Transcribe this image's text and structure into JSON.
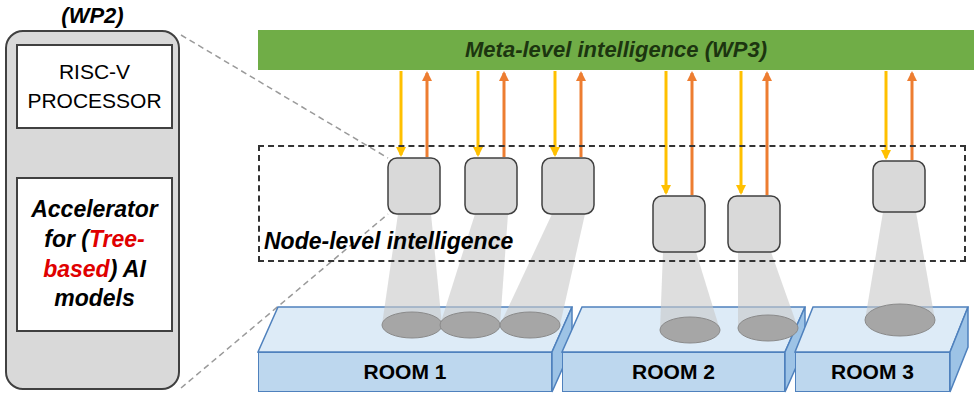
{
  "diagram": {
    "nodes": [
      {
        "text": [
          "(WP2)"
        ]
      },
      {
        "text": [
          "RISC-V PROCESSOR"
        ],
        "in": 0
      },
      {
        "text": [
          "Accelerator for (",
          "Tree-based",
          ") AI models"
        ],
        "in": 0
      },
      {
        "text": [
          "Meta-level intelligence (WP3)"
        ]
      },
      {
        "text": [
          "Node-level intelligence"
        ]
      },
      {
        "text": [
          "ROOM 1"
        ]
      },
      {
        "text": [
          "ROOM 2"
        ]
      },
      {
        "text": [
          "ROOM 3"
        ]
      }
    ],
    "edges": [
      {
        "from": 1,
        "to": 2,
        "arrow": "both"
      }
    ]
  }
}
